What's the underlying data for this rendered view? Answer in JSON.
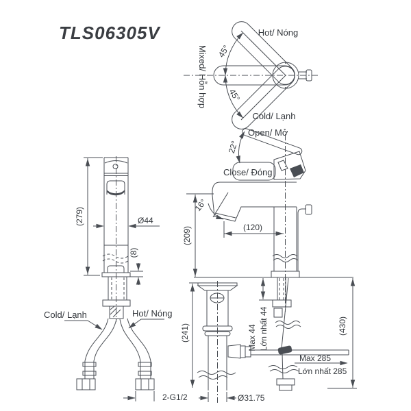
{
  "title": "TLS06305V",
  "colors": {
    "line": "#4a4e54",
    "text": "#33373c",
    "background": "#ffffff"
  },
  "top_view": {
    "hot_label": "Hot/ Nóng",
    "mixed_label": "Mixed/ Hỗn hợp",
    "cold_label": "Cold/ Lạnh",
    "angle_upper": "45°",
    "angle_lower": "45°"
  },
  "side_view": {
    "open_label": "Open/ Mở",
    "close_label": "Close/ Đóng",
    "open_angle": "22°",
    "spout_angle": "16°",
    "height_dim": "(209)",
    "reach_dim": "(120)"
  },
  "front_view": {
    "height_dim": "(279)",
    "body_diameter": "Ø44",
    "base_dim": "(8)",
    "cold_label": "Cold/ Lạnh",
    "hot_label": "Hot/ Nóng",
    "thread_spec": "2-G1/2"
  },
  "install_view": {
    "drain_length_dim": "(241)",
    "overall_dim": "(430)",
    "deck_max_en": "Max 44",
    "deck_max_vi": "Lớn nhất 44",
    "rod_max_en": "Max 285",
    "rod_max_vi": "Lớn nhất 285",
    "drain_diameter": "Ø31.75"
  }
}
